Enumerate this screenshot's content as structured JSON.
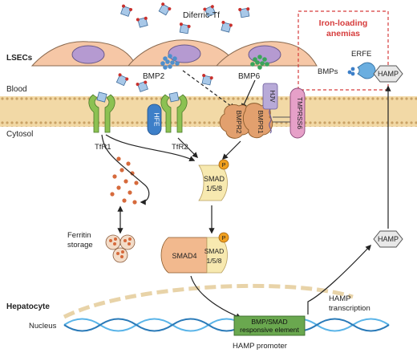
{
  "labels": {
    "diferric_tf": "Diferric-Tf",
    "lsecs": "LSECs",
    "bmp2": "BMP2",
    "bmp6": "BMP6",
    "inset_title_line1": "Iron-loading",
    "inset_title_line2": "anemias",
    "erfe": "ERFE",
    "bmps": "BMPs",
    "hamp_top": "HAMP",
    "blood": "Blood",
    "cytosol": "Cytosol",
    "hfe": "HFE",
    "hjv": "HJV",
    "bmpr2": "BMPR2",
    "bmpr1": "BMPR1",
    "tmprss6": "TMPRSS6",
    "tfr1": "TfR1",
    "tfr2": "TfR2",
    "smad_line1": "SMAD",
    "smad_line2": "1/5/8",
    "phospho": "P",
    "smad4": "SMAD4",
    "ferritin_line1": "Ferritin",
    "ferritin_line2": "storage",
    "hamp_mid": "HAMP",
    "hepatocyte": "Hepatocyte",
    "hamp_transcription_line1": "HAMP",
    "hamp_transcription_line2": "transcription",
    "nucleus": "Nucleus",
    "bre_line1": "BMP/SMAD",
    "bre_line2": "responsive element",
    "hamp_promoter": "HAMP promoter"
  },
  "colors": {
    "membrane": "#f2d9a6",
    "membrane_dots": "#c9a266",
    "lsec_cell": "#f6c7a6",
    "lsec_nucleus": "#b59ad1",
    "tf_diamond": "#a8c8e8",
    "tf_dot": "#c9302c",
    "tfr_green": "#8cc152",
    "hfe_blue": "#3d7fc8",
    "bmpr_orange": "#e2a06e",
    "hjv_purple": "#b8aad8",
    "tmprss6_pink": "#e6a0c8",
    "smad_yellow": "#f7e9b0",
    "smad4_orange": "#f2b98e",
    "phospho_orange": "#f0a020",
    "ferritin": "#d66a3c",
    "bre_green": "#6aa84f",
    "dna_blue": "#5ab4e8",
    "inset_border": "#d63c3c",
    "inset_title": "#d63c3c",
    "erfe_blue": "#6aaee0"
  }
}
